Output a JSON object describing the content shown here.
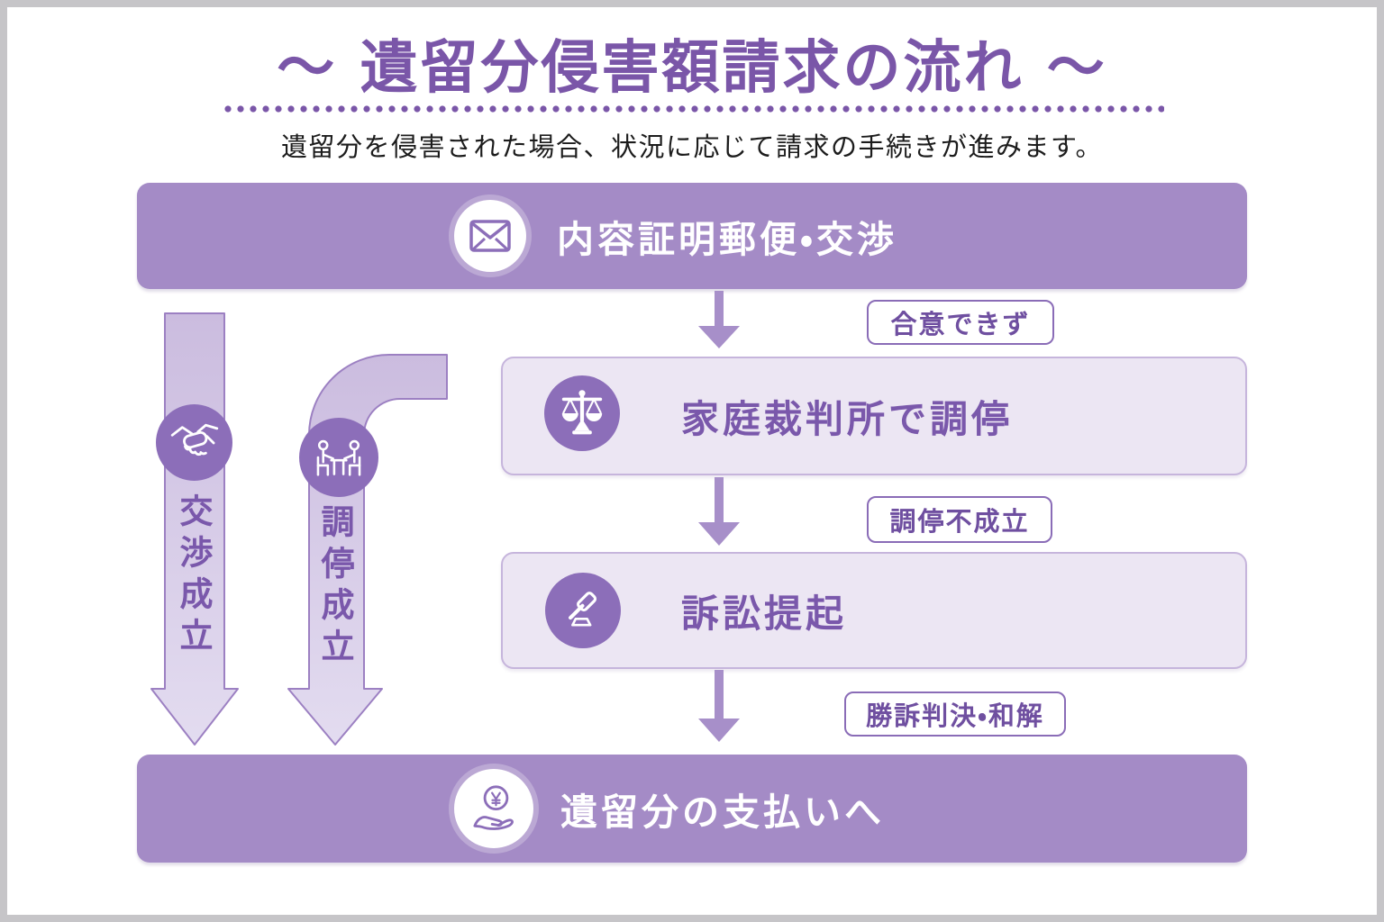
{
  "title": "～ 遺留分侵害額請求の流れ ～",
  "subtitle": "遺留分を侵害された場合、状況に応じて請求の手続きが進みます。",
  "steps": [
    {
      "label": "内容証明郵便・交渉",
      "icon": "envelope-icon",
      "style": "solid"
    },
    {
      "label": "家庭裁判所で調停",
      "icon": "scales-icon",
      "style": "light"
    },
    {
      "label": "訴訟提起",
      "icon": "gavel-icon",
      "style": "light"
    },
    {
      "label": "遺留分の支払いへ",
      "icon": "yen-hand-icon",
      "style": "solid"
    }
  ],
  "transitions": [
    {
      "label": "合意できず"
    },
    {
      "label": "調停不成立"
    },
    {
      "label": "勝訴判決・和解"
    }
  ],
  "bypasses": [
    {
      "label": "交渉成立",
      "icon": "handshake-icon"
    },
    {
      "label": "調停成立",
      "icon": "mediation-icon"
    }
  ],
  "colors": {
    "accent_purple": "#7a56a8",
    "bar_fill": "#a48bc6",
    "light_box_fill": "#ece6f3",
    "light_box_border": "#c6b5dc",
    "icon_circle_fill": "#8c6eb9",
    "band_fill_top": "#cbbcdf",
    "band_fill_bottom": "#e3dcf0",
    "band_border": "#9c80c2",
    "label_text": "#6f4fa0",
    "down_arrow": "#a78fc9",
    "frame_gray": "#c6c5c8"
  }
}
